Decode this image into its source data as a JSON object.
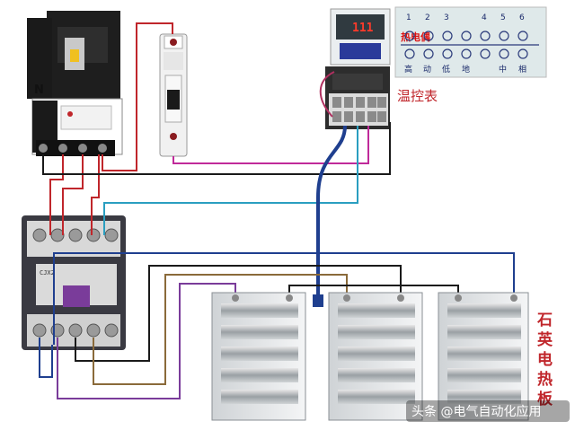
{
  "labels": {
    "neutral": "N",
    "temp_controller": "温控表",
    "quartz_heater": [
      "石",
      "英",
      "电",
      "热",
      "板"
    ],
    "watermark": "头条 @电气自动化应用"
  },
  "terminal_block": {
    "title": "热电偶",
    "numbers": [
      "1",
      "2",
      "3",
      "4",
      "5",
      "6"
    ],
    "names": [
      "高",
      "动",
      "低",
      "地",
      "中",
      "相"
    ]
  },
  "contactor_text": "CJX2",
  "display_value": "111",
  "colors": {
    "wire_red": "#c0262b",
    "wire_black": "#1a1a1a",
    "wire_purple": "#7a3c9a",
    "wire_cyan": "#2a9ec0",
    "wire_brown": "#8a6a3a",
    "wire_navy": "#1f3f8f",
    "wire_magenta": "#c02a9a",
    "label_red": "#c0262b"
  }
}
